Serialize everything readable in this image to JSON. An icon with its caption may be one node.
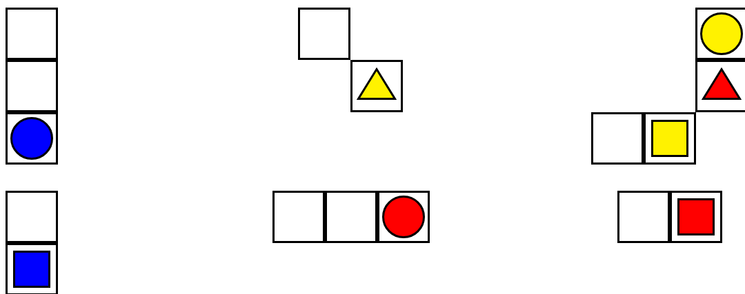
{
  "diagram": {
    "nodes": [
      {
        "text": [],
        "shape": "box"
      },
      {
        "text": [],
        "shape": "box"
      },
      {
        "text": [],
        "shape": "box"
      },
      {
        "text": [],
        "shape": "circle",
        "in": 2
      },
      {
        "text": [],
        "shape": "box"
      },
      {
        "text": [],
        "shape": "box"
      },
      {
        "text": [],
        "shape": "triangle",
        "in": 5
      },
      {
        "text": [],
        "shape": "box"
      },
      {
        "text": [],
        "shape": "circle",
        "in": 7
      },
      {
        "text": [],
        "shape": "box"
      },
      {
        "text": [],
        "shape": "triangle",
        "in": 9
      },
      {
        "text": [],
        "shape": "box"
      },
      {
        "text": [],
        "shape": "box"
      },
      {
        "text": [],
        "shape": "box",
        "in": 12
      },
      {
        "text": [],
        "shape": "box"
      },
      {
        "text": [],
        "shape": "box"
      },
      {
        "text": [],
        "shape": "box",
        "in": 15
      },
      {
        "text": [],
        "shape": "box"
      },
      {
        "text": [],
        "shape": "box"
      },
      {
        "text": [],
        "shape": "box"
      },
      {
        "text": [],
        "shape": "circle",
        "in": 19
      },
      {
        "text": [],
        "shape": "box"
      },
      {
        "text": [],
        "shape": "box"
      },
      {
        "text": [],
        "shape": "box",
        "in": 22
      }
    ]
  }
}
